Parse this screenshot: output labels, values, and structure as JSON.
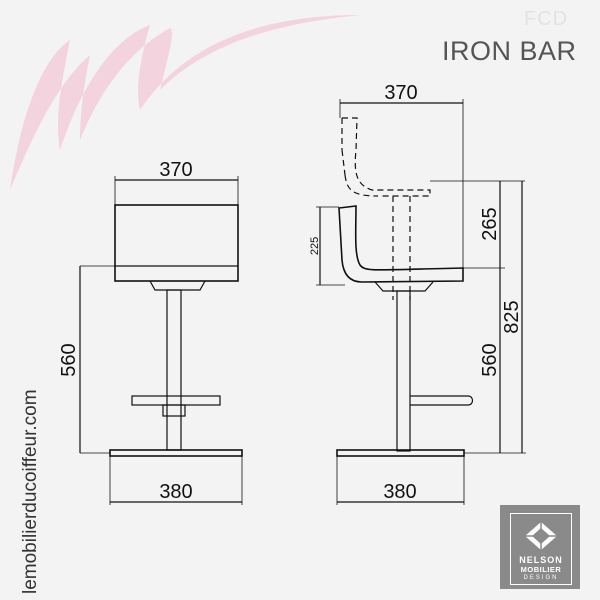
{
  "header": {
    "brand_small": "FCD",
    "title": "IRON BAR"
  },
  "side_text": "lemobilierducoiffeur.com",
  "front_view": {
    "seat_width": "370",
    "height": "560",
    "base_width": "380"
  },
  "side_view": {
    "seat_width": "370",
    "backrest_height": "265",
    "total_height": "825",
    "seat_height": "560",
    "base_width": "380",
    "backrest_small": "225"
  },
  "logo": {
    "line1": "NELSON",
    "line2": "MOBILIER",
    "line3": "DESIGN"
  },
  "colors": {
    "background": "#f3f3f3",
    "swoosh": "#f2c9d6",
    "title": "#555555",
    "line": "#111111",
    "logo_bg": "#8a8a8a"
  }
}
